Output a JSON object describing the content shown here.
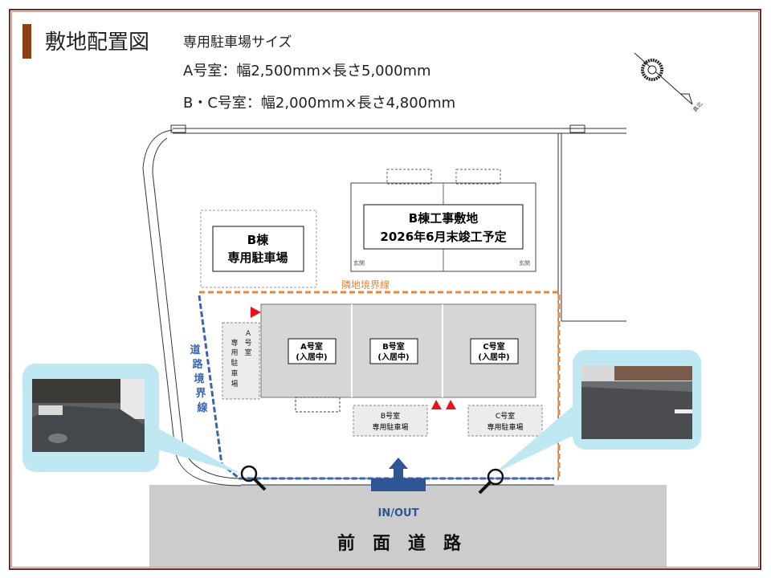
{
  "header": {
    "title": "敷地配置図",
    "parking_size_heading": "専用駐車場サイズ",
    "room_a_size": "A号室：幅2,500mm×長さ5,000mm",
    "room_bc_size": "B・C号室：幅2,000mm×長さ4,800mm"
  },
  "map": {
    "b_building_parking": [
      "B棟",
      "専用駐車場"
    ],
    "b_building_construction": [
      "B棟工事敷地",
      "2026年6月末竣工予定"
    ],
    "neighbor_boundary": "隣地境界線",
    "road_boundary": [
      "道",
      "路",
      "境",
      "界",
      "線"
    ],
    "rooms": [
      {
        "name": "A号室",
        "status": "(入居中)"
      },
      {
        "name": "B号室",
        "status": "(入居中)"
      },
      {
        "name": "C号室",
        "status": "(入居中)"
      }
    ],
    "a_parking": [
      "A",
      "号",
      "室",
      "専",
      "用",
      "駐",
      "車",
      "場"
    ],
    "b_parking": [
      "B号室",
      "専用駐車場"
    ],
    "c_parking": [
      "C号室",
      "専用駐車場"
    ],
    "entrance_label": "玄関",
    "in_out": "IN/OUT",
    "front_road": "前　面　道　路",
    "north_label": "真北"
  },
  "colors": {
    "boundary_orange": "#e8873a",
    "road_blue": "#3a64b0",
    "callout": "#bfe8f2",
    "road_gray": "#cccccc",
    "marker_red": "#e8141b"
  }
}
